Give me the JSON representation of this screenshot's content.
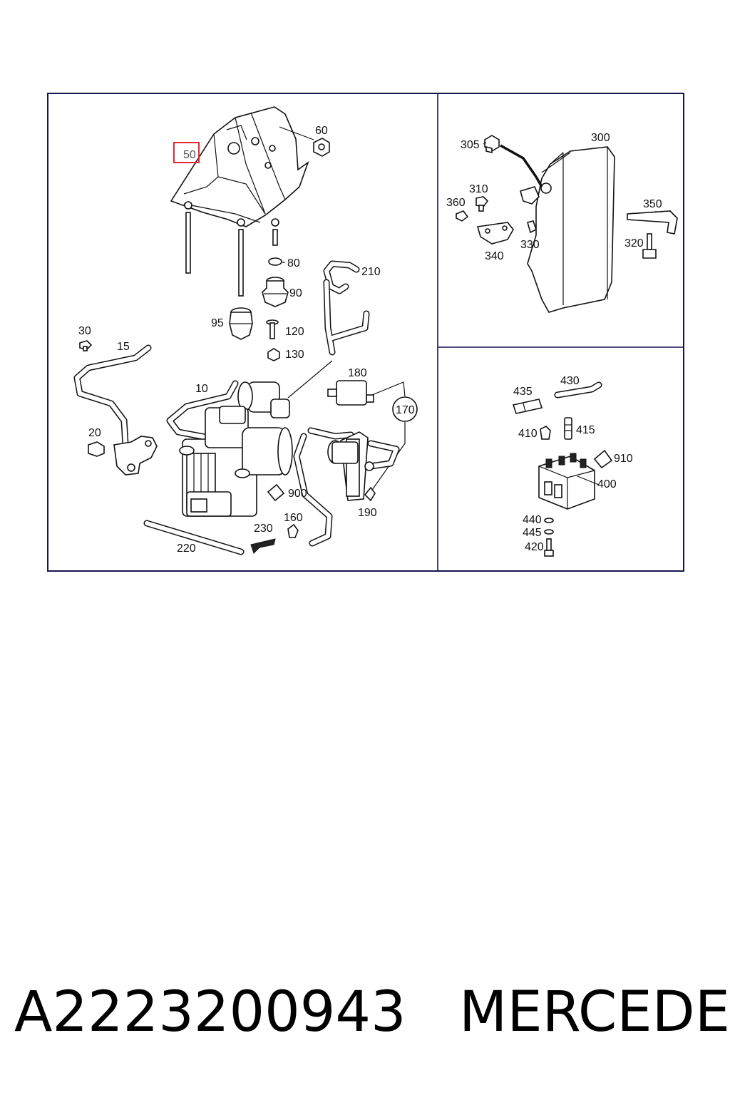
{
  "diagram": {
    "highlighted_part": "50",
    "labels": [
      "60",
      "80",
      "90",
      "95",
      "120",
      "130",
      "30",
      "15",
      "10",
      "20",
      "180",
      "170",
      "210",
      "900",
      "160",
      "190",
      "230",
      "220",
      "305",
      "300",
      "310",
      "360",
      "350",
      "340",
      "330",
      "320",
      "430",
      "435",
      "410",
      "415",
      "910",
      "400",
      "440",
      "445",
      "420"
    ]
  },
  "footer": {
    "part_number": "A2223200943",
    "brand": "MERCEDES"
  },
  "colors": {
    "highlight": "#e0282e",
    "outline": "#111111",
    "frame": "#141450"
  }
}
